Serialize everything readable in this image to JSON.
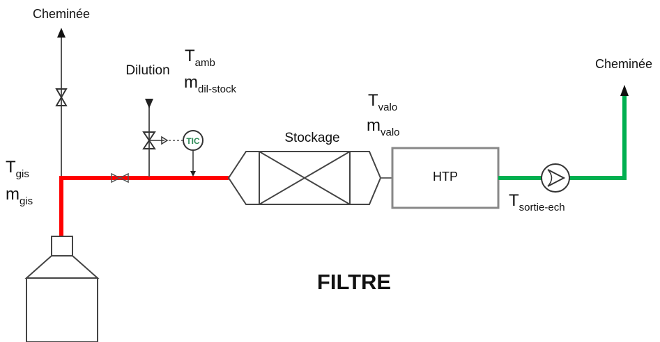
{
  "labels": {
    "chimney_left": "Cheminée",
    "chimney_right": "Cheminée",
    "dilution": "Dilution",
    "tic": "TIC",
    "stockage": "Stockage",
    "htp": "HTP",
    "filtre": "FILTRE"
  },
  "variables": {
    "t_amb": {
      "base": "T",
      "sub": "amb"
    },
    "m_dil_stock": {
      "base": "m",
      "sub": "dil-stock"
    },
    "t_gis": {
      "base": "T",
      "sub": "gis"
    },
    "m_gis": {
      "base": "m",
      "sub": "gis"
    },
    "t_valo": {
      "base": "T",
      "sub": "valo"
    },
    "m_valo": {
      "base": "m",
      "sub": "valo"
    },
    "t_sortie_ech": {
      "base": "T",
      "sub": "sortie-ech"
    }
  },
  "colors": {
    "hot_line": "#ff0000",
    "cold_line": "#00b050",
    "equipment": "#777777",
    "instrument": "#2e8b57"
  }
}
